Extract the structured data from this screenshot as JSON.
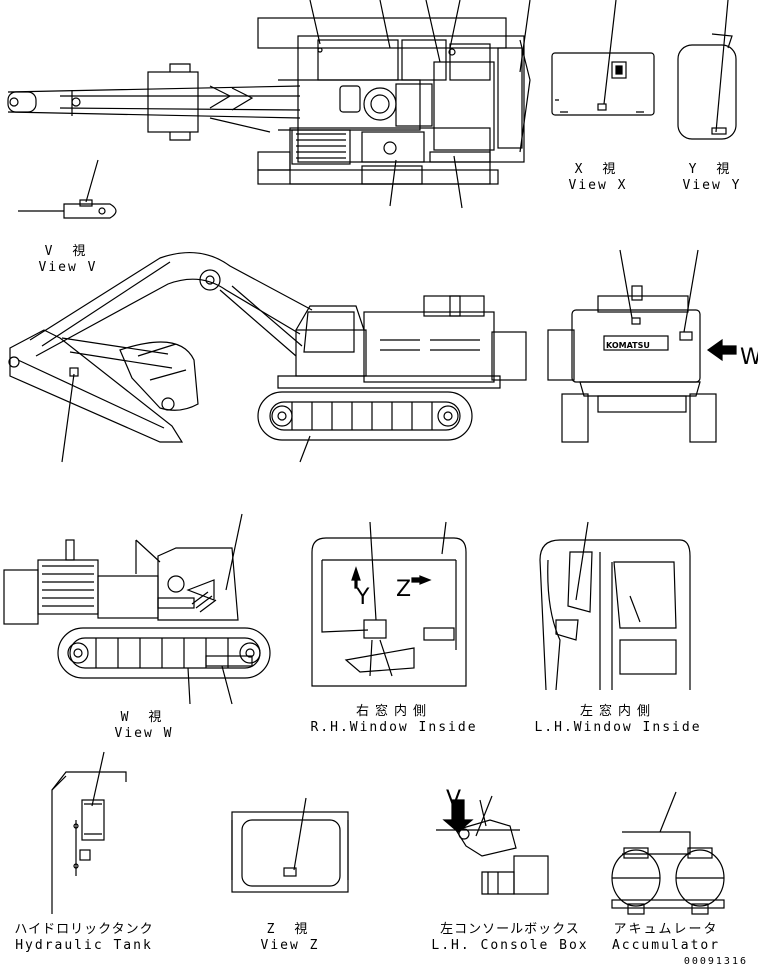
{
  "labels": {
    "view_x": {
      "jp": "X 視",
      "en": "View X"
    },
    "view_y": {
      "jp": "Y 視",
      "en": "View Y"
    },
    "view_v": {
      "jp": "V 視",
      "en": "View V"
    },
    "view_w": {
      "jp": "W 視",
      "en": "View W"
    },
    "rh_window": {
      "jp": "右窓内側",
      "en": "R.H.Window Inside"
    },
    "lh_window": {
      "jp": "左窓内側",
      "en": "L.H.Window Inside"
    },
    "hydraulic_tank": {
      "jp": "ハイドロリックタンク",
      "en": "Hydraulic Tank"
    },
    "view_z": {
      "jp": "Z 視",
      "en": "View Z"
    },
    "console_box": {
      "jp": "左コンソールボックス",
      "en": "L.H. Console Box"
    },
    "accumulator": {
      "jp": "アキュムレータ",
      "en": "Accumulator"
    }
  },
  "callouts": {
    "w": "W",
    "y": "Y",
    "z": "Z",
    "v": "V"
  },
  "brand_decal": "KOMATSU",
  "doc_id": "00091316"
}
